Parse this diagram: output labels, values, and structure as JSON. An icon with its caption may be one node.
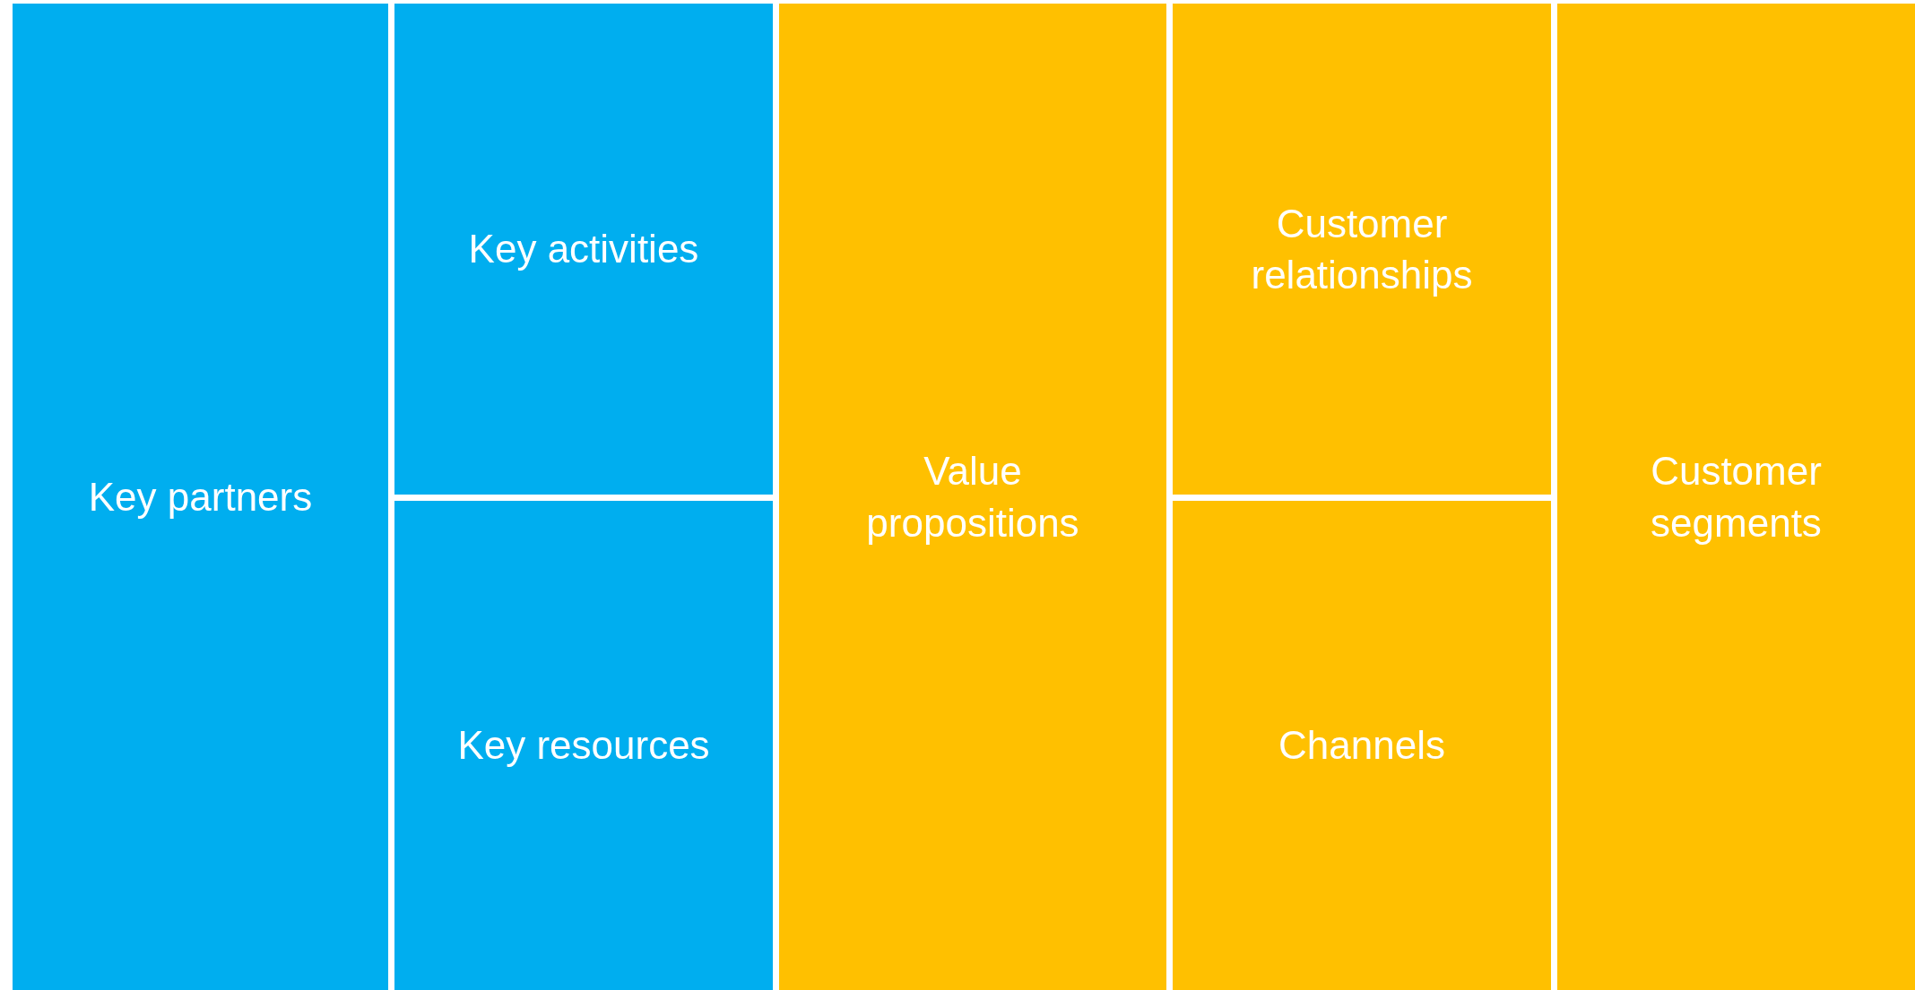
{
  "diagram": {
    "nodes": [
      {
        "text": [
          "Key partners"
        ]
      },
      {
        "text": [
          "Key activities"
        ]
      },
      {
        "text": [
          "Key resources"
        ]
      },
      {
        "text": [
          "Value propositions"
        ]
      },
      {
        "text": [
          "Customer relationships"
        ]
      },
      {
        "text": [
          "Channels"
        ]
      },
      {
        "text": [
          "Customer segments"
        ]
      }
    ]
  }
}
